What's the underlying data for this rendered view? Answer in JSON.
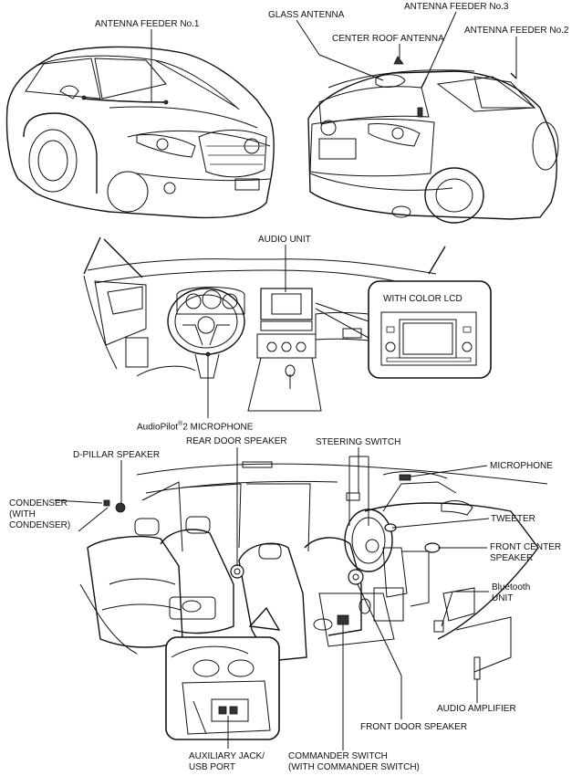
{
  "labels": {
    "antenna_feeder_1": "ANTENNA FEEDER No.1",
    "glass_antenna": "GLASS ANTENNA",
    "antenna_feeder_3": "ANTENNA FEEDER No.3",
    "center_roof_antenna": "CENTER ROOF ANTENNA",
    "antenna_feeder_2": "ANTENNA FEEDER No.2",
    "audio_unit": "AUDIO UNIT",
    "with_color_lcd": "WITH COLOR LCD",
    "audiopilot_prefix": "AudioPilot",
    "audiopilot_reg": "®",
    "audiopilot_suffix": "2 MICROPHONE",
    "d_pillar_speaker": "D-PILLAR SPEAKER",
    "rear_door_speaker": "REAR DOOR SPEAKER",
    "steering_switch": "STEERING SWITCH",
    "microphone": "MICROPHONE",
    "condenser_line1": "CONDENSER",
    "condenser_line2": "(WITH",
    "condenser_line3": "CONDENSER)",
    "tweeter": "TWEETER",
    "front_center_speaker_line1": "FRONT CENTER",
    "front_center_speaker_line2": "SPEAKER",
    "bluetooth_line1": "Bluetooth",
    "bluetooth_line2": "UNIT",
    "audio_amplifier": "AUDIO AMPLIFIER",
    "front_door_speaker": "FRONT DOOR SPEAKER",
    "aux_line1": "AUXILIARY JACK/",
    "aux_line2": "USB PORT",
    "commander_line1": "COMMANDER SWITCH",
    "commander_line2": "(WITH COMMANDER SWITCH)"
  }
}
